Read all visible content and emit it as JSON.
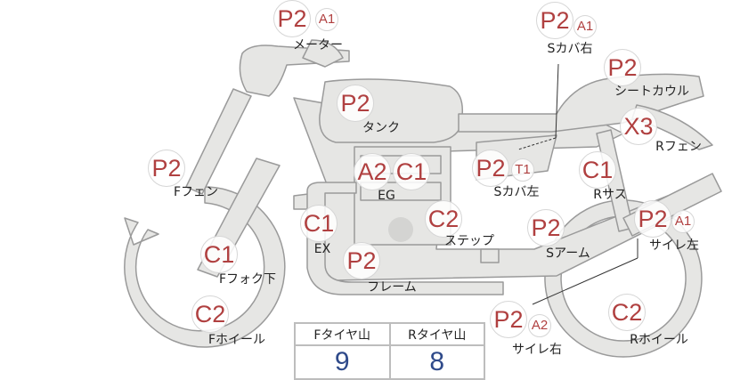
{
  "colors": {
    "grade": "#b04040",
    "value": "#2f4a8a",
    "bike_fill": "#e6e6e4",
    "bike_stroke": "#9a9a9a"
  },
  "parts": [
    {
      "name": "meter",
      "grade": "P2",
      "sub": "A1",
      "label": "メーター"
    },
    {
      "name": "tank",
      "grade": "P2",
      "sub": null,
      "label": "タンク"
    },
    {
      "name": "side-cover-right",
      "grade": "P2",
      "sub": "A1",
      "label": "Sカバ右"
    },
    {
      "name": "seat-cowl",
      "grade": "P2",
      "sub": null,
      "label": "シートカウル"
    },
    {
      "name": "rear-fender",
      "grade": "X3",
      "sub": null,
      "label": "Rフェン"
    },
    {
      "name": "front-fender",
      "grade": "P2",
      "sub": null,
      "label": "Fフェン"
    },
    {
      "name": "engine",
      "grade": "A2",
      "grade2": "C1",
      "sub": null,
      "label": "EG"
    },
    {
      "name": "side-cover-left",
      "grade": "P2",
      "sub": "T1",
      "label": "Sカバ左"
    },
    {
      "name": "rear-suspension",
      "grade": "C1",
      "sub": null,
      "label": "Rサス"
    },
    {
      "name": "exhaust",
      "grade": "C1",
      "sub": null,
      "label": "EX"
    },
    {
      "name": "step",
      "grade": "C2",
      "sub": null,
      "label": "ステップ"
    },
    {
      "name": "swing-arm",
      "grade": "P2",
      "sub": null,
      "label": "Sアーム"
    },
    {
      "name": "muffler-left",
      "grade": "P2",
      "sub": "A1",
      "label": "サイレ左"
    },
    {
      "name": "front-fork-lower",
      "grade": "C1",
      "sub": null,
      "label": "Fフォク下"
    },
    {
      "name": "frame",
      "grade": "P2",
      "sub": null,
      "label": "フレーム"
    },
    {
      "name": "front-wheel",
      "grade": "C2",
      "sub": null,
      "label": "Fホイール"
    },
    {
      "name": "muffler-right",
      "grade": "P2",
      "sub": "A2",
      "label": "サイレ右"
    },
    {
      "name": "rear-wheel",
      "grade": "C2",
      "sub": null,
      "label": "Rホイール"
    }
  ],
  "tires": {
    "front_label": "Fタイヤ山",
    "rear_label": "Rタイヤ山",
    "front_value": "9",
    "rear_value": "8"
  }
}
